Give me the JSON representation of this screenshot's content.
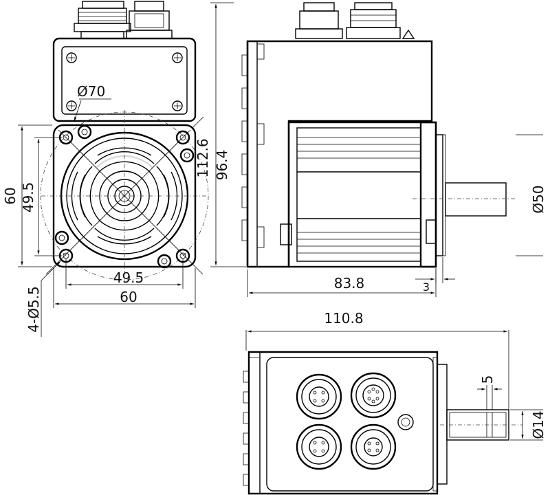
{
  "front_view": {
    "overall_width": "60",
    "overall_height": "60",
    "hole_spacing_x": "49.5",
    "hole_spacing_y": "49.5",
    "pilot_circle": "Ø70",
    "diagonal": "112.6",
    "mounting_holes": "4-Ø5.5"
  },
  "side_view": {
    "height_total": "96.4",
    "body_length": "83.8",
    "flange_thickness": "3",
    "flange_diameter": "Ø50"
  },
  "bottom_view": {
    "total_length": "110.8",
    "key_width": "5",
    "shaft_diameter": "Ø14"
  },
  "colors": {
    "line": "#000000",
    "background": "#ffffff"
  }
}
